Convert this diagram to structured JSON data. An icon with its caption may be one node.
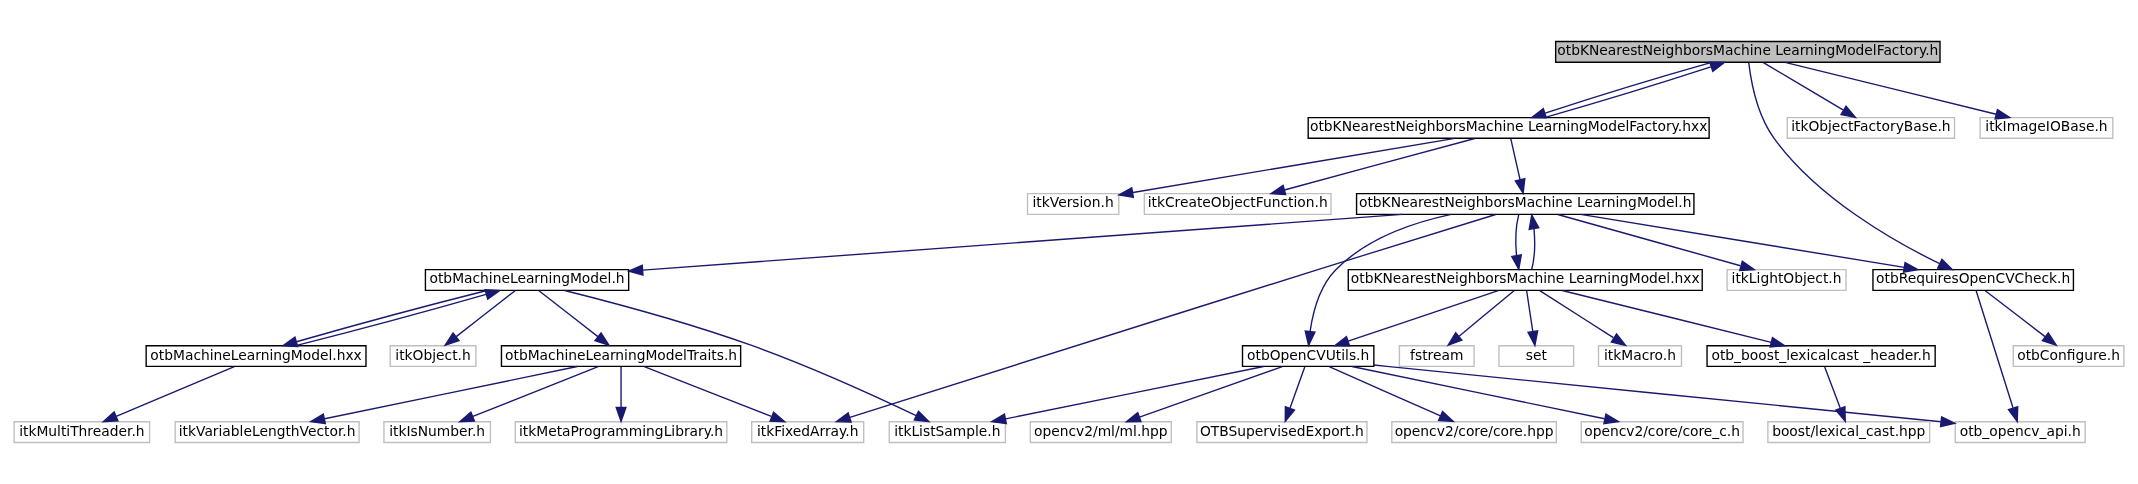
{
  "diagram": {
    "nodes": [
      {
        "text": [
          "otbKNearestNeighborsMachine LearningModelFactory.h"
        ]
      },
      {
        "text": [
          "otbKNearestNeighborsMachine LearningModelFactory.hxx"
        ]
      },
      {
        "text": [
          "itkObjectFactoryBase.h"
        ]
      },
      {
        "text": [
          "itkImageIOBase.h"
        ]
      },
      {
        "text": [
          "otbRequiresOpenCVCheck.h"
        ]
      },
      {
        "text": [
          "itkCreateObjectFunction.h"
        ]
      },
      {
        "text": [
          "itkVersion.h"
        ]
      },
      {
        "text": [
          "otbKNearestNeighborsMachine LearningModel.h"
        ]
      },
      {
        "text": [
          "otbKNearestNeighborsMachine LearningModel.hxx"
        ]
      },
      {
        "text": [
          "itkLightObject.h"
        ]
      },
      {
        "text": [
          "otbMachineLearningModel.h"
        ]
      },
      {
        "text": [
          "itkFixedArray.h"
        ]
      },
      {
        "text": [
          "otbConfigure.h"
        ]
      },
      {
        "text": [
          "otbOpenCVUtils.h"
        ]
      },
      {
        "text": [
          "set"
        ]
      },
      {
        "text": [
          "itkMacro.h"
        ]
      },
      {
        "text": [
          "otb_boost_lexicalcast _header.h"
        ]
      },
      {
        "text": [
          "fstream"
        ]
      },
      {
        "text": [
          "otbMachineLearningModel.hxx"
        ]
      },
      {
        "text": [
          "itkObject.h"
        ]
      },
      {
        "text": [
          "otbMachineLearningModelTraits.h"
        ]
      },
      {
        "text": [
          "otb_opencv_api.h"
        ]
      },
      {
        "text": [
          "opencv2/core/core_c.h"
        ]
      },
      {
        "text": [
          "opencv2/ml/ml.hpp"
        ]
      },
      {
        "text": [
          "OTBSupervisedExport.h"
        ]
      },
      {
        "text": [
          "opencv2/core/core.hpp"
        ]
      },
      {
        "text": [
          "itkListSample.h"
        ]
      },
      {
        "text": [
          "boost/lexical_cast.hpp"
        ]
      },
      {
        "text": [
          "itkMultiThreader.h"
        ]
      },
      {
        "text": [
          "itkMetaProgrammingLibrary.h"
        ]
      },
      {
        "text": [
          "itkVariableLengthVector.h"
        ]
      },
      {
        "text": [
          "itkIsNumber.h"
        ]
      }
    ],
    "edges": [
      {
        "from": 0,
        "to": 1,
        "arrow": "to"
      },
      {
        "from": 1,
        "to": 0,
        "arrow": "to"
      },
      {
        "from": 0,
        "to": 2,
        "arrow": "to"
      },
      {
        "from": 0,
        "to": 3,
        "arrow": "to"
      },
      {
        "from": 0,
        "to": 4,
        "arrow": "to"
      },
      {
        "from": 1,
        "to": 5,
        "arrow": "to"
      },
      {
        "from": 1,
        "to": 6,
        "arrow": "to"
      },
      {
        "from": 1,
        "to": 7,
        "arrow": "to"
      },
      {
        "from": 7,
        "to": 4,
        "arrow": "to"
      },
      {
        "from": 7,
        "to": 8,
        "arrow": "to"
      },
      {
        "from": 8,
        "to": 7,
        "arrow": "to"
      },
      {
        "from": 7,
        "to": 9,
        "arrow": "to"
      },
      {
        "from": 7,
        "to": 10,
        "arrow": "to"
      },
      {
        "from": 7,
        "to": 11,
        "arrow": "to"
      },
      {
        "from": 7,
        "to": 13,
        "arrow": "to"
      },
      {
        "from": 4,
        "to": 12,
        "arrow": "to"
      },
      {
        "from": 4,
        "to": 21,
        "arrow": "to"
      },
      {
        "from": 8,
        "to": 13,
        "arrow": "to"
      },
      {
        "from": 8,
        "to": 14,
        "arrow": "to"
      },
      {
        "from": 8,
        "to": 15,
        "arrow": "to"
      },
      {
        "from": 8,
        "to": 16,
        "arrow": "to"
      },
      {
        "from": 8,
        "to": 17,
        "arrow": "to"
      },
      {
        "from": 10,
        "to": 18,
        "arrow": "to"
      },
      {
        "from": 18,
        "to": 10,
        "arrow": "to"
      },
      {
        "from": 10,
        "to": 19,
        "arrow": "to"
      },
      {
        "from": 10,
        "to": 20,
        "arrow": "to"
      },
      {
        "from": 10,
        "to": 26,
        "arrow": "to"
      },
      {
        "from": 13,
        "to": 21,
        "arrow": "to"
      },
      {
        "from": 13,
        "to": 22,
        "arrow": "to"
      },
      {
        "from": 13,
        "to": 23,
        "arrow": "to"
      },
      {
        "from": 13,
        "to": 24,
        "arrow": "to"
      },
      {
        "from": 13,
        "to": 25,
        "arrow": "to"
      },
      {
        "from": 13,
        "to": 26,
        "arrow": "to"
      },
      {
        "from": 16,
        "to": 27,
        "arrow": "to"
      },
      {
        "from": 18,
        "to": 28,
        "arrow": "to"
      },
      {
        "from": 20,
        "to": 29,
        "arrow": "to"
      },
      {
        "from": 20,
        "to": 30,
        "arrow": "to"
      },
      {
        "from": 20,
        "to": 31,
        "arrow": "to"
      },
      {
        "from": 20,
        "to": 11,
        "arrow": "to"
      }
    ]
  }
}
